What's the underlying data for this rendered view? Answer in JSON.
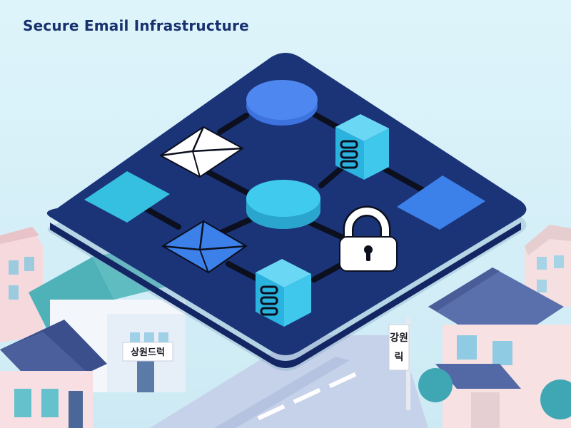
{
  "header": {
    "title": "Secure Email Infrastructure"
  },
  "signs": {
    "left_shop": "상원드럭",
    "right_pole_top": "강원",
    "right_pole_bottom": "릭"
  },
  "colors": {
    "background": "#d8f1fa",
    "platform": "#1b3478",
    "title": "#17306e",
    "node_cyan": "#36c4ea",
    "node_blue": "#3f7de6",
    "connector": "#0b0f1e"
  },
  "icons": [
    "email-envelope-icon",
    "database-server-icon",
    "padlock-icon",
    "network-node-icon"
  ]
}
